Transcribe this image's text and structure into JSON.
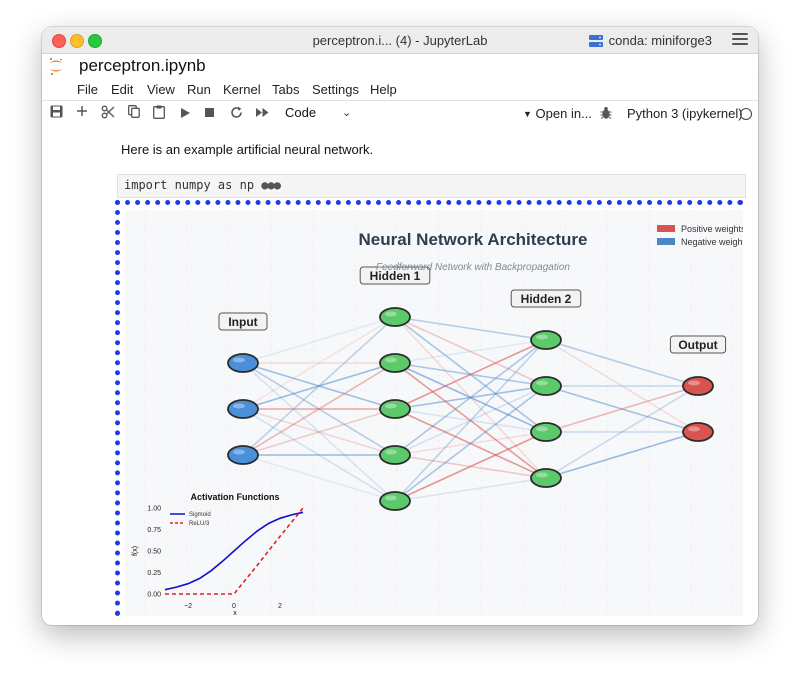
{
  "window": {
    "title": "perceptron.i... (4) - JupyterLab",
    "env_label": "conda: miniforge3"
  },
  "notebook": {
    "name": "perceptron.ipynb"
  },
  "menu": [
    "File",
    "Edit",
    "View",
    "Run",
    "Kernel",
    "Tabs",
    "Settings",
    "Help"
  ],
  "toolbar": {
    "cell_type": "Code",
    "open_in": "Open in...",
    "kernel_name": "Python 3 (ipykernel)"
  },
  "cells": {
    "markdown_text": "Here is an example artificial neural network.",
    "code_text": "import numpy as np"
  },
  "figure": {
    "title": "Neural Network Architecture",
    "subtitle": "Feedforward Network with Backpropagation",
    "legend": [
      "Positive weights",
      "Negative weights"
    ],
    "layers": [
      {
        "label": "Input",
        "nodes": 3
      },
      {
        "label": "Hidden 1",
        "nodes": 5
      },
      {
        "label": "Hidden 2",
        "nodes": 4
      },
      {
        "label": "Output",
        "nodes": 2
      }
    ],
    "colors": {
      "positive": "#d9534f",
      "negative": "#4a86c8",
      "input_node": "#4a90d9",
      "hidden_node": "#5cc96b",
      "output_node": "#d9534f"
    }
  },
  "chart_data": {
    "type": "line",
    "title": "Activation Functions",
    "xlabel": "x",
    "ylabel": "f(x)",
    "xlim": [
      -3,
      3
    ],
    "ylim": [
      0,
      1
    ],
    "xticks": [
      "−2",
      "0",
      "2"
    ],
    "yticks": [
      "0.00",
      "0.25",
      "0.50",
      "0.75",
      "1.00"
    ],
    "legend_position": "top-left",
    "series": [
      {
        "name": "Sigmoid",
        "color": "#1010cc",
        "style": "solid",
        "x": [
          -3,
          -2.5,
          -2,
          -1.5,
          -1,
          -0.5,
          0,
          0.5,
          1,
          1.5,
          2,
          2.5,
          3
        ],
        "y": [
          0.05,
          0.08,
          0.12,
          0.18,
          0.27,
          0.38,
          0.5,
          0.62,
          0.73,
          0.82,
          0.88,
          0.92,
          0.95
        ]
      },
      {
        "name": "ReLU/3",
        "color": "#d62728",
        "style": "dashed",
        "x": [
          -3,
          -2,
          -1,
          0,
          1,
          2,
          3
        ],
        "y": [
          0,
          0,
          0,
          0,
          0.33,
          0.67,
          1.0
        ]
      }
    ]
  }
}
